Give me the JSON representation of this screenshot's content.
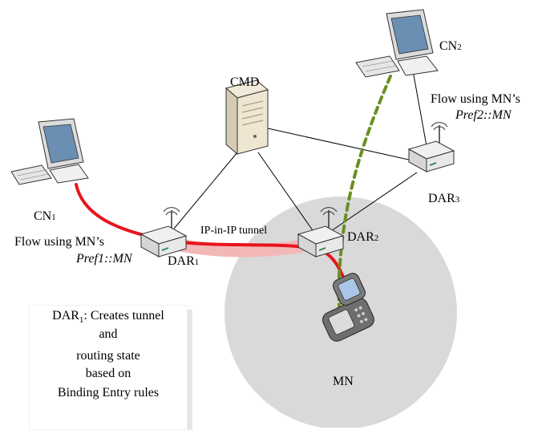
{
  "labels": {
    "cmd": "CMD",
    "cn1": {
      "base": "CN",
      "sub": "1"
    },
    "cn2": {
      "base": "CN",
      "sub": "2"
    },
    "dar1": {
      "base": "DAR",
      "sub": "1"
    },
    "dar2": {
      "base": "DAR",
      "sub": "2"
    },
    "dar3": {
      "base": "DAR",
      "sub": "3"
    },
    "mn": "MN",
    "tunnel": "IP-in-IP tunnel",
    "flow1_line1": "Flow using MN’s",
    "flow1_line2": "Pref1::MN",
    "flow2_line1": "Flow using MN’s",
    "flow2_line2": "Pref2::MN"
  },
  "note": {
    "line1_prefix": {
      "base": "DAR",
      "sub": "1"
    },
    "line1_rest": ": Creates tunnel",
    "line2": "and",
    "line3": "routing state",
    "line4": "based on",
    "line5": "Binding Entry rules"
  },
  "colors": {
    "flow_red": "#e8141c",
    "tunnel_pink": "#f2b8b8",
    "flow_green": "#6b8e23",
    "coverage_gray": "#d9d9d9"
  }
}
